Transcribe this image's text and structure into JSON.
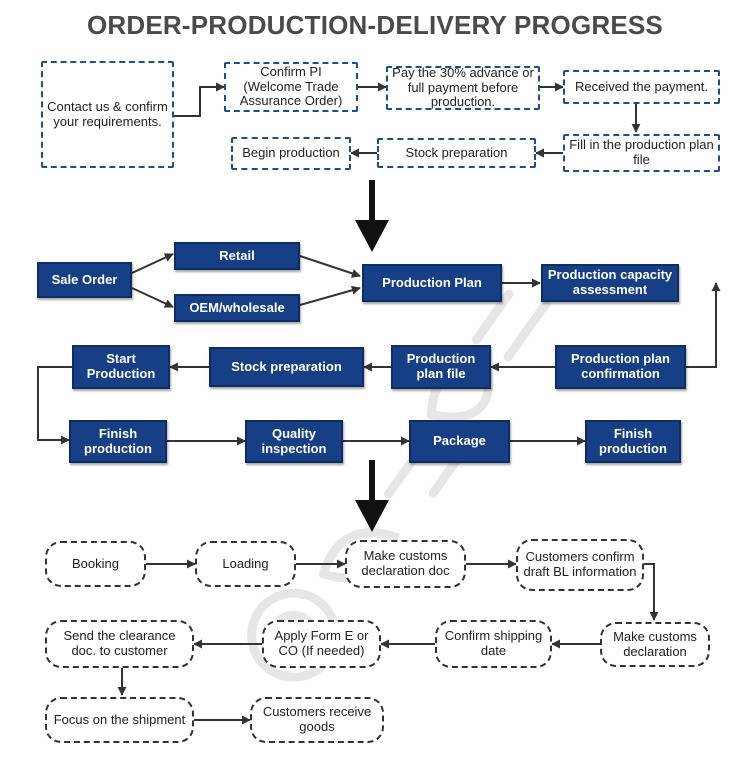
{
  "title": "ORDER-PRODUCTION-DELIVERY PROGRESS",
  "colors": {
    "navy": "#163f86",
    "dash_blue": "#1f4e8c",
    "arrow": "#333333",
    "watermark": "#e3e3e3"
  },
  "section1": {
    "contact": "Contact us & confirm your requirements.",
    "confirm_pi": "Confirm PI (Welcome Trade Assurance Order)",
    "pay": "Pay the 30% advance or full payment before production.",
    "received": "Received the payment.",
    "fill_plan": "Fill in the production plan file",
    "stock": "Stock preparation",
    "begin": "Begin production"
  },
  "section2": {
    "sale_order": "Sale Order",
    "retail": "Retail",
    "oem": "OEM/wholesale",
    "production_plan": "Production Plan",
    "capacity": "Production capacity assessment",
    "plan_confirmation": "Production plan confirmation",
    "plan_file": "Production plan file",
    "stock": "Stock preparation",
    "start": "Start Production",
    "finish1": "Finish production",
    "quality": "Quality inspection",
    "package": "Package",
    "finish2": "Finish production"
  },
  "section3": {
    "booking": "Booking",
    "loading": "Loading",
    "customs_doc": "Make customs declaration doc",
    "draft_bl": "Customers confirm draft BL information",
    "customs_decl": "Make customs declaration",
    "confirm_date": "Confirm shipping date",
    "form_e": "Apply Form E or CO (If needed)",
    "send_clearance": "Send the clearance doc. to customer",
    "focus": "Focus on the shipment",
    "receive": "Customers receive goods"
  }
}
